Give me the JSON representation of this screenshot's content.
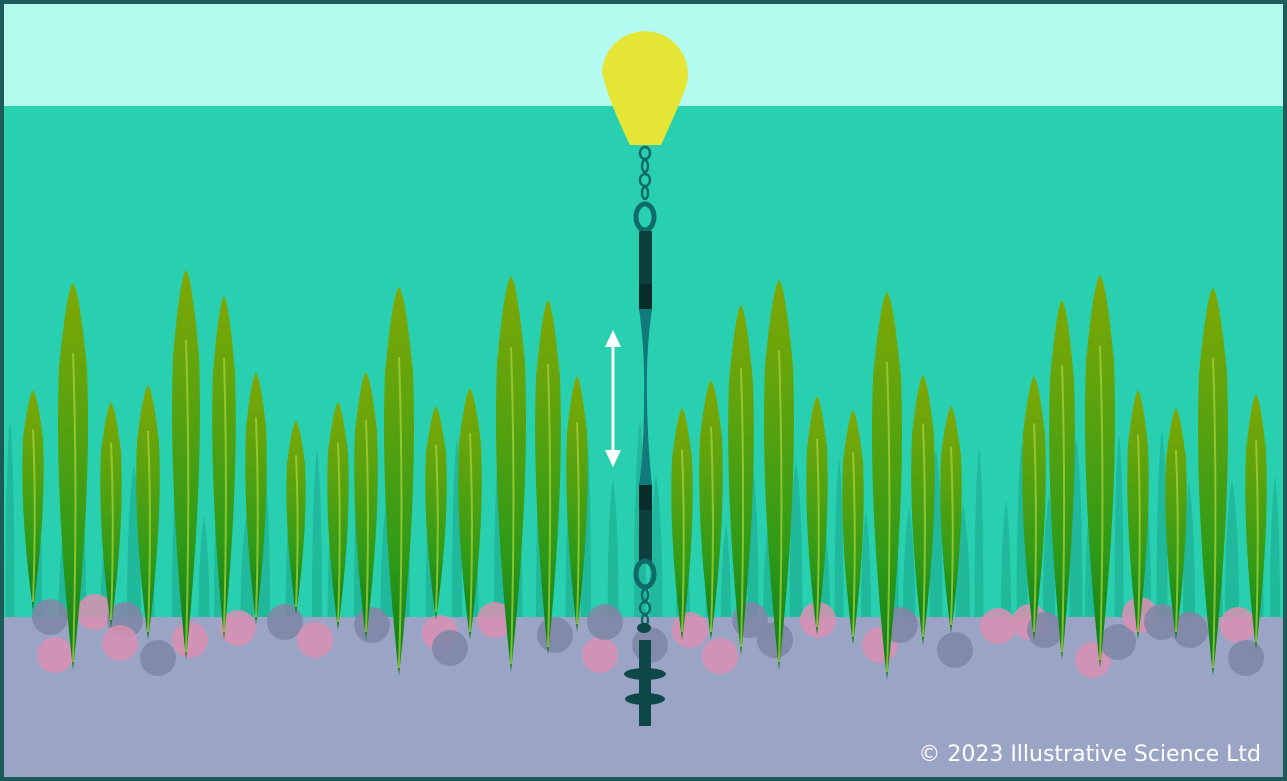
{
  "scene": {
    "elements": {
      "sky": "sky-band",
      "water": "water-column",
      "sediment": "seabed-sediment",
      "buoy": "surface-buoy",
      "mooring": "mooring-line",
      "anchor": "helical-anchor",
      "arrow": "double-headed-arrow-icon",
      "grass": "seagrass-meadow"
    },
    "colors": {
      "sky": "#b4fbef",
      "water": "#29d0b0",
      "sediment": "#9aa5c6",
      "border": "#1d5a5a",
      "buoy": "#e5e535",
      "mooring": "#0f6a6a",
      "mooring_dark": "#0d3f3f",
      "anchor": "#0d4747",
      "arrow": "#ffffff",
      "grass_top": "#7fa805",
      "grass_mid": "#2f9a18",
      "grass_base": "#0b7a1c",
      "grass_vein": "#a7d23a",
      "grass_shadow": "#1fb396",
      "pebble_pink": "#d98fb2",
      "pebble_grey": "#7f87a6"
    }
  },
  "copyright": "© 2023 Illustrative Science Ltd"
}
